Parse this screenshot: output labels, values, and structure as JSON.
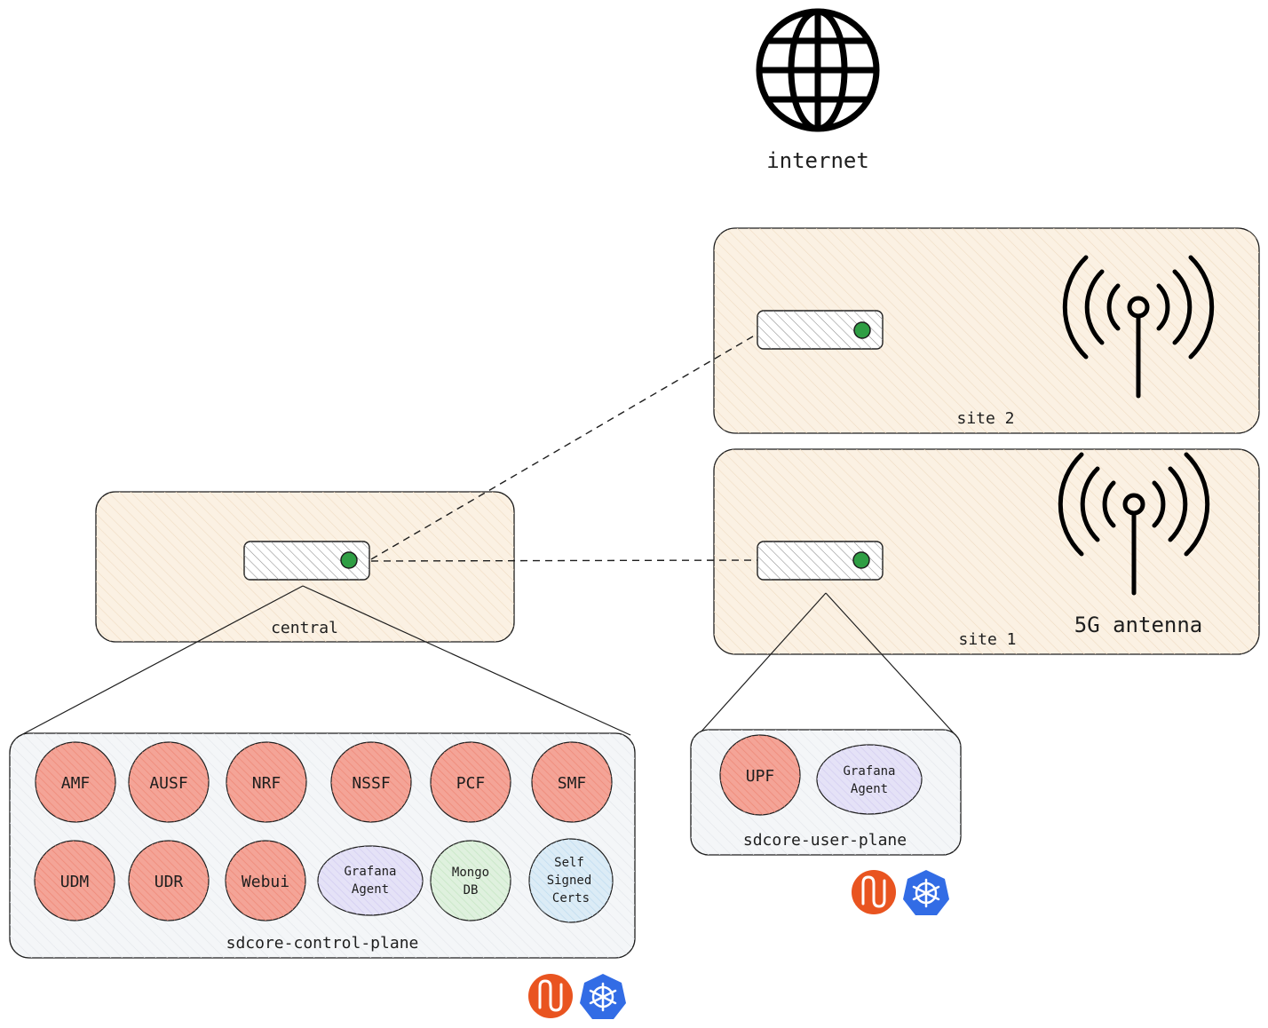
{
  "internet": {
    "label": "internet",
    "icon": "globe-icon"
  },
  "sites": {
    "site2": {
      "label": "site 2"
    },
    "site1": {
      "label": "site 1",
      "antenna_label": "5G antenna"
    },
    "central": {
      "label": "central"
    }
  },
  "control_plane": {
    "label": "sdcore-control-plane",
    "row1": [
      "AMF",
      "AUSF",
      "NRF",
      "NSSF",
      "PCF",
      "SMF"
    ],
    "row2": [
      "UDM",
      "UDR",
      "Webui"
    ],
    "grafana": [
      "Grafana",
      "Agent"
    ],
    "mongo": [
      "Mongo",
      "DB"
    ],
    "certs": [
      "Self",
      "Signed",
      "Certs"
    ]
  },
  "user_plane": {
    "label": "sdcore-user-plane",
    "upf": "UPF",
    "grafana": [
      "Grafana",
      "Agent"
    ]
  },
  "colors": {
    "site_fill": "#fbf1e3",
    "plane_fill": "#f4f6f8",
    "nf_fill": "#f4a497",
    "grafana_fill": "#e5e2f7",
    "mongo_fill": "#dff1de",
    "certs_fill": "#dcecf6",
    "led": "#2f9e44",
    "ubuntu": "#e95420",
    "k8s": "#326ce5"
  }
}
